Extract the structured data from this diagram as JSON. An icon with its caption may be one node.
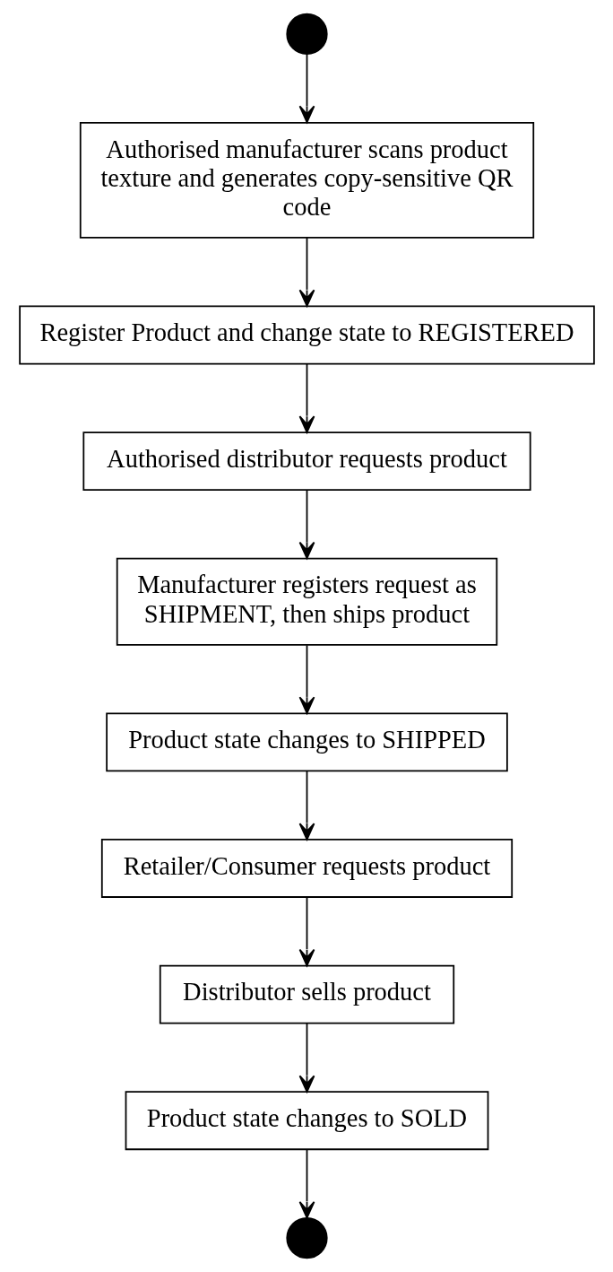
{
  "diagram": {
    "nodes": [
      {
        "text": [],
        "shape": "circle"
      },
      {
        "text": [
          "Authorised manufacturer scans product texture and generates copy-sensitive QR code"
        ]
      },
      {
        "text": [
          "Register Product and change state to REGISTERED"
        ]
      },
      {
        "text": [
          "Authorised distributor requests product"
        ]
      },
      {
        "text": [
          "Manufacturer registers request as SHIPMENT, then ships product"
        ]
      },
      {
        "text": [
          "Product state changes to SHIPPED"
        ]
      },
      {
        "text": [
          "Retailer/Consumer requests product"
        ]
      },
      {
        "text": [
          "Distributor sells product"
        ]
      },
      {
        "text": [
          "Product state changes to SOLD"
        ]
      },
      {
        "text": [],
        "shape": "circle"
      }
    ],
    "edges": [
      {
        "from": 0,
        "to": 1,
        "arrow": "to"
      },
      {
        "from": 1,
        "to": 2,
        "arrow": "to"
      },
      {
        "from": 2,
        "to": 3,
        "arrow": "to"
      },
      {
        "from": 3,
        "to": 4,
        "arrow": "to"
      },
      {
        "from": 4,
        "to": 5,
        "arrow": "to"
      },
      {
        "from": 5,
        "to": 6,
        "arrow": "to"
      },
      {
        "from": 6,
        "to": 7,
        "arrow": "to"
      },
      {
        "from": 7,
        "to": 8,
        "arrow": "to"
      },
      {
        "from": 8,
        "to": 9,
        "arrow": "to"
      }
    ]
  }
}
